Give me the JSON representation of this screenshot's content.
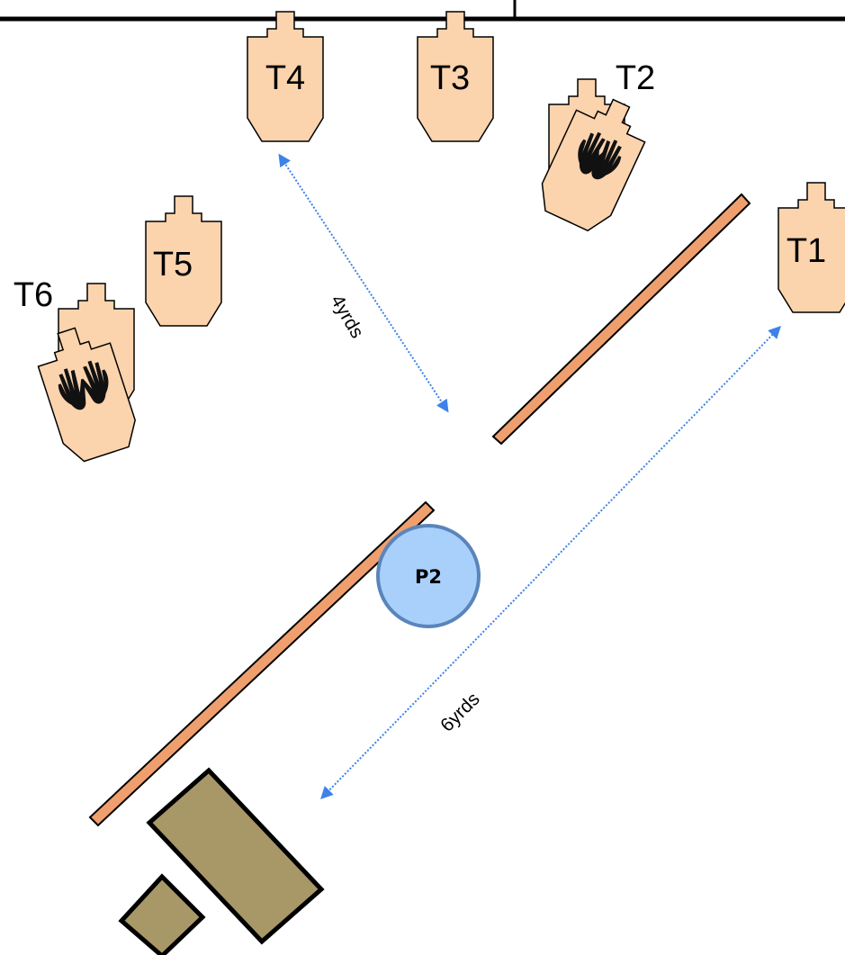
{
  "colors": {
    "target_fill": "#fbd3ad",
    "wall_fill": "#ef9f6e",
    "table_fill": "#a89868",
    "position_fill": "#a9d0fb",
    "position_stroke": "#5a85bb",
    "measure_line": "#3d82e8"
  },
  "targets": [
    {
      "id": "T1",
      "kind": "shoot"
    },
    {
      "id": "T2",
      "kind": "shoot-with-no-shoot"
    },
    {
      "id": "T3",
      "kind": "shoot"
    },
    {
      "id": "T4",
      "kind": "shoot"
    },
    {
      "id": "T5",
      "kind": "shoot"
    },
    {
      "id": "T6",
      "kind": "shoot-with-no-shoot"
    }
  ],
  "position": {
    "label": "P2"
  },
  "distances": [
    {
      "label": "4yrds"
    },
    {
      "label": "6yrds"
    }
  ]
}
